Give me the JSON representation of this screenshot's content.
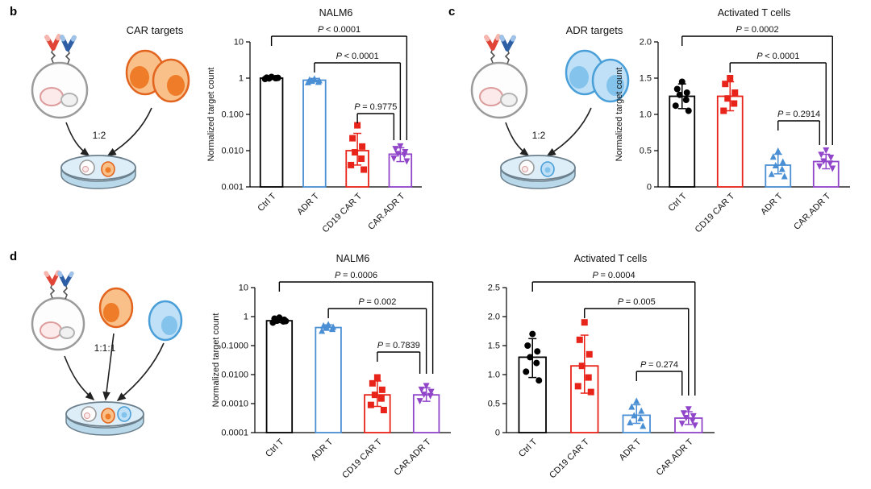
{
  "figure": {
    "panels": {
      "b": {
        "label": "b",
        "target_label": "CAR targets",
        "ratio": "1:2"
      },
      "c": {
        "label": "c",
        "target_label": "ADR targets",
        "ratio": "1:2"
      },
      "d": {
        "label": "d",
        "ratio": "1:1:1"
      }
    }
  },
  "colors": {
    "ctrl": "#000000",
    "adr": "#4a8fd4",
    "car": "#e8241a",
    "car_adr": "#9146c9",
    "car_target_label": "#e8391f",
    "adr_target_label": "#3f8fd2"
  },
  "chart_data": [
    {
      "id": "chart-b",
      "type": "bar",
      "title": "NALM6",
      "ylabel": "Normalized target count",
      "yscale": "log",
      "ylim": [
        0.001,
        10
      ],
      "yticks": [
        10,
        1,
        0.1,
        0.01,
        0.001
      ],
      "ytick_labels": [
        "10",
        "1",
        "0.100",
        "0.010",
        "0.001"
      ],
      "categories": [
        "Ctrl T",
        "ADR T",
        "CD19 CAR T",
        "CAR.ADR T"
      ],
      "series_colors": [
        "#000000",
        "#4a8fd4",
        "#e8241a",
        "#9146c9"
      ],
      "markers": [
        "circle",
        "triangle-up",
        "square",
        "triangle-down"
      ],
      "values": [
        1.0,
        0.88,
        0.01,
        0.008
      ],
      "errors": [
        [
          0.94,
          1.08
        ],
        [
          0.79,
          0.98
        ],
        [
          0.004,
          0.03
        ],
        [
          0.005,
          0.012
        ]
      ],
      "points": [
        [
          1.08,
          1.03,
          1.0,
          0.98,
          1.0,
          0.95,
          1.02
        ],
        [
          0.98,
          0.92,
          0.88,
          0.85,
          0.8,
          0.78
        ],
        [
          0.05,
          0.022,
          0.013,
          0.009,
          0.006,
          0.004,
          0.003
        ],
        [
          0.013,
          0.011,
          0.009,
          0.008,
          0.0075,
          0.006,
          0.005
        ]
      ],
      "brackets": [
        {
          "from": 0,
          "to": 3,
          "label": "P < 0.0001",
          "y_frac": 0.15
        },
        {
          "from": 1,
          "to": 3,
          "label": "P < 0.0001",
          "y_frac": 0.26
        },
        {
          "from": 2,
          "to": 3,
          "label": "P = 0.9775",
          "y_frac": 0.47
        }
      ],
      "bracket_base_frac": 0.58,
      "grid": false,
      "legend": false
    },
    {
      "id": "chart-c",
      "type": "bar",
      "title": "Activated T cells",
      "ylabel": "Normalized target count",
      "yscale": "linear",
      "ylim": [
        0,
        2
      ],
      "yticks": [
        2.0,
        1.5,
        1.0,
        0.5,
        0
      ],
      "ytick_labels": [
        "2.0",
        "1.5",
        "1.0",
        "0.5",
        "0"
      ],
      "categories": [
        "Ctrl T",
        "CD19 CAR T",
        "ADR T",
        "CAR.ADR T"
      ],
      "series_colors": [
        "#000000",
        "#e8241a",
        "#4a8fd4",
        "#9146c9"
      ],
      "markers": [
        "circle",
        "square",
        "triangle-up",
        "triangle-down"
      ],
      "values": [
        1.25,
        1.25,
        0.3,
        0.35
      ],
      "errors": [
        [
          1.08,
          1.42
        ],
        [
          1.05,
          1.45
        ],
        [
          0.18,
          0.45
        ],
        [
          0.25,
          0.45
        ]
      ],
      "points": [
        [
          1.45,
          1.35,
          1.3,
          1.27,
          1.2,
          1.12,
          1.05
        ],
        [
          1.5,
          1.42,
          1.3,
          1.22,
          1.15,
          1.05
        ],
        [
          0.5,
          0.42,
          0.35,
          0.3,
          0.25,
          0.18,
          0.15
        ],
        [
          0.5,
          0.44,
          0.4,
          0.35,
          0.32,
          0.28,
          0.25
        ]
      ],
      "brackets": [
        {
          "from": 0,
          "to": 3,
          "label": "P = 0.0002",
          "y_frac": 0.15
        },
        {
          "from": 1,
          "to": 3,
          "label": "P < 0.0001",
          "y_frac": 0.26
        },
        {
          "from": 2,
          "to": 3,
          "label": "P = 0.2914",
          "y_frac": 0.5
        }
      ],
      "bracket_base_frac": 0.6,
      "grid": false,
      "legend": false
    },
    {
      "id": "chart-d-nalm6",
      "type": "bar",
      "title": "NALM6",
      "ylabel": "Normalized target count",
      "yscale": "log",
      "ylim": [
        0.0001,
        10
      ],
      "yticks": [
        10,
        1,
        0.1,
        0.01,
        0.001,
        0.0001
      ],
      "ytick_labels": [
        "10",
        "1",
        "0.1000",
        "0.0100",
        "0.0010",
        "0.0001"
      ],
      "categories": [
        "Ctrl T",
        "ADR T",
        "CD19 CAR T",
        "CAR.ADR T"
      ],
      "series_colors": [
        "#000000",
        "#4a8fd4",
        "#e8241a",
        "#9146c9"
      ],
      "markers": [
        "circle",
        "triangle-up",
        "square",
        "triangle-down"
      ],
      "values": [
        0.72,
        0.42,
        0.002,
        0.002
      ],
      "errors": [
        [
          0.62,
          0.85
        ],
        [
          0.34,
          0.52
        ],
        [
          0.0008,
          0.006
        ],
        [
          0.0012,
          0.0035
        ]
      ],
      "points": [
        [
          0.92,
          0.85,
          0.78,
          0.72,
          0.68,
          0.62,
          0.7
        ],
        [
          0.55,
          0.5,
          0.45,
          0.42,
          0.38,
          0.33
        ],
        [
          0.008,
          0.005,
          0.003,
          0.002,
          0.0015,
          0.0009,
          0.0006
        ],
        [
          0.004,
          0.003,
          0.0025,
          0.002,
          0.0018,
          0.0012
        ]
      ],
      "brackets": [
        {
          "from": 0,
          "to": 3,
          "label": "P = 0.0006",
          "y_frac": 0.15
        },
        {
          "from": 1,
          "to": 3,
          "label": "P = 0.002",
          "y_frac": 0.26
        },
        {
          "from": 2,
          "to": 3,
          "label": "P = 0.7839",
          "y_frac": 0.44
        }
      ],
      "bracket_base_frac": 0.53,
      "grid": false,
      "legend": false
    },
    {
      "id": "chart-d-tcells",
      "type": "bar",
      "title": "Activated T cells",
      "ylabel": "",
      "yscale": "linear",
      "ylim": [
        0,
        2.5
      ],
      "yticks": [
        2.5,
        2.0,
        1.5,
        1.0,
        0.5,
        0
      ],
      "ytick_labels": [
        "2.5",
        "2.0",
        "1.5",
        "1.0",
        "0.5",
        "0"
      ],
      "categories": [
        "Ctrl T",
        "CD19 CAR T",
        "ADR T",
        "CAR.ADR T"
      ],
      "series_colors": [
        "#000000",
        "#e8241a",
        "#4a8fd4",
        "#9146c9"
      ],
      "markers": [
        "circle",
        "square",
        "triangle-up",
        "triangle-down"
      ],
      "values": [
        1.3,
        1.15,
        0.3,
        0.25
      ],
      "errors": [
        [
          0.95,
          1.62
        ],
        [
          0.68,
          1.68
        ],
        [
          0.16,
          0.48
        ],
        [
          0.14,
          0.36
        ]
      ],
      "points": [
        [
          1.7,
          1.5,
          1.4,
          1.3,
          1.2,
          1.05,
          0.9
        ],
        [
          1.9,
          1.6,
          1.35,
          1.15,
          0.95,
          0.8,
          0.7
        ],
        [
          0.55,
          0.45,
          0.38,
          0.3,
          0.25,
          0.18,
          0.12
        ],
        [
          0.4,
          0.33,
          0.28,
          0.25,
          0.2,
          0.15,
          0.12
        ]
      ],
      "brackets": [
        {
          "from": 0,
          "to": 3,
          "label": "P = 0.0004",
          "y_frac": 0.15
        },
        {
          "from": 1,
          "to": 3,
          "label": "P = 0.005",
          "y_frac": 0.26
        },
        {
          "from": 2,
          "to": 3,
          "label": "P = 0.274",
          "y_frac": 0.52
        }
      ],
      "bracket_base_frac": 0.62,
      "grid": false,
      "legend": false
    }
  ]
}
